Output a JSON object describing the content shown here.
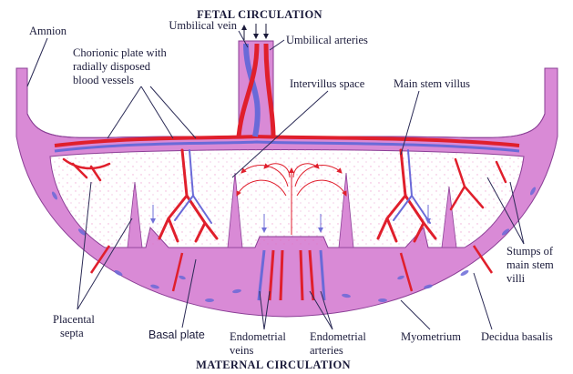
{
  "headers": {
    "top": "FETAL CIRCULATION",
    "bottom": "MATERNAL CIRCULATION"
  },
  "labels": {
    "amnion": "Amnion",
    "umbilical_vein": "Umbilical vein",
    "umbilical_arteries": "Umbilical arteries",
    "chorionic_plate": [
      "Chorionic plate with",
      "radially disposed",
      "blood vessels"
    ],
    "intervillus_space": "Intervillus space",
    "main_stem_villus": "Main stem villus",
    "stumps": [
      "Stumps of",
      "main stem",
      "villi"
    ],
    "placental_septa": [
      "Placental",
      "septa"
    ],
    "basal_plate": "Basal plate",
    "endometrial_veins": [
      "Endometrial",
      "veins"
    ],
    "endometrial_arteries": [
      "Endometrial",
      "arteries"
    ],
    "myometrium": "Myometrium",
    "decidua_basalis": "Decidua basalis"
  },
  "colors": {
    "tissue": "#d98ad6",
    "tissue_dark": "#b865c0",
    "artery": "#e01f2c",
    "vein": "#6a6ad8",
    "space": "#ffffff",
    "ink": "#1a1a3a"
  }
}
